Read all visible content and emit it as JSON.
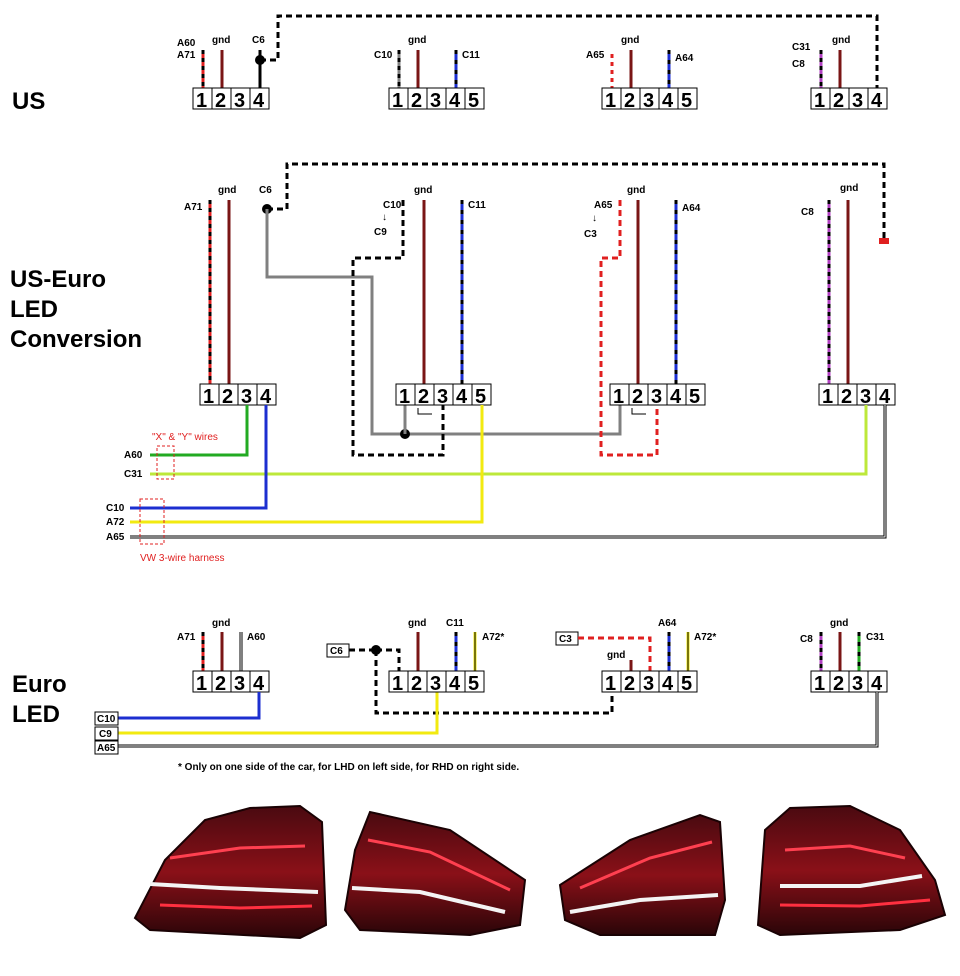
{
  "sections": {
    "us": {
      "title": "US"
    },
    "conversion": {
      "title_lines": [
        "US-Euro",
        "LED",
        "Conversion"
      ]
    },
    "euro": {
      "title_lines": [
        "Euro",
        "LED"
      ]
    }
  },
  "us_row": {
    "c1": {
      "wires": [
        "A60",
        "A71",
        "gnd",
        "C6"
      ]
    },
    "c2": {
      "wires": [
        "C10",
        "gnd",
        "C11"
      ]
    },
    "c3": {
      "wires": [
        "A65",
        "gnd",
        "A64"
      ]
    },
    "c4": {
      "wires": [
        "C31",
        "C8",
        "gnd"
      ]
    }
  },
  "conv_row": {
    "c1": {
      "wires": [
        "A71",
        "gnd",
        "C6"
      ]
    },
    "c2": {
      "wires": [
        "C10",
        "↓",
        "C9",
        "gnd",
        "C11"
      ]
    },
    "c3": {
      "wires": [
        "A65",
        "↓",
        "C3",
        "gnd",
        "A64"
      ]
    },
    "c4": {
      "wires": [
        "C8",
        "gnd"
      ]
    },
    "harness_wires": [
      "A60",
      "C31",
      "C10",
      "A72",
      "A65"
    ],
    "xy_note": "\"X\" & \"Y\" wires",
    "harness_note": "VW 3-wire harness"
  },
  "euro_row": {
    "c1": {
      "wires": [
        "A71",
        "gnd",
        "A60"
      ]
    },
    "c2": {
      "wires": [
        "C6",
        "gnd",
        "C11",
        "A72*"
      ]
    },
    "c3": {
      "wires": [
        "C3",
        "A64",
        "gnd",
        "A72*"
      ]
    },
    "c4": {
      "wires": [
        "C8",
        "gnd",
        "C31"
      ]
    },
    "left_tags": [
      "C10",
      "C9",
      "A65"
    ]
  },
  "pins": {
    "p1": "1",
    "p2": "2",
    "p3": "3",
    "p4": "4",
    "p5": "5"
  },
  "footnote": "*  Only on one side of the car, for LHD on left side, for RHD on right side.",
  "colors": {
    "red": "#e02020",
    "dark_red": "#7a1515",
    "blue": "#1c2fd0",
    "green": "#22aa22",
    "lime": "#bde83a",
    "yellow": "#f2ea10",
    "grey": "#808080",
    "purple": "#b040c0",
    "black": "#000000"
  }
}
